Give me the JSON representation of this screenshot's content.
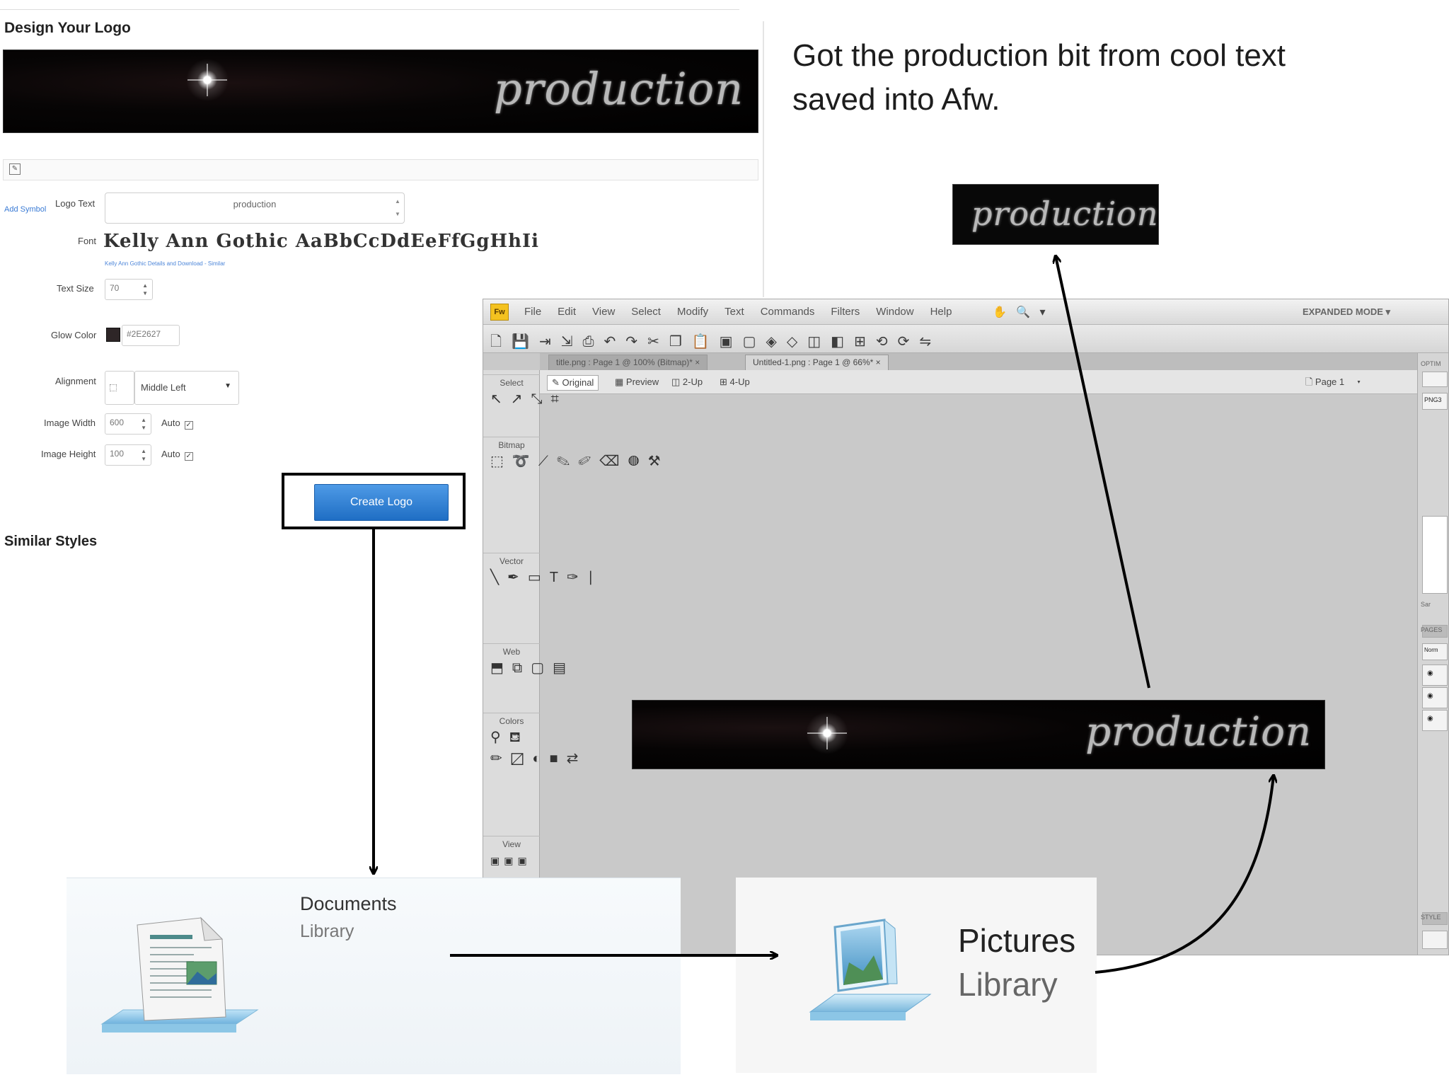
{
  "generator": {
    "title": "Design Your Logo",
    "banner_text": "production",
    "add_symbol": "Add Symbol",
    "logo_text_label": "Logo Text",
    "logo_text_value": "production",
    "font_label": "Font",
    "font_sample": "Kelly Ann Gothic AaBbCcDdEeFfGgHhIi",
    "font_link": "Kelly Ann Gothic Details and Download - Similar",
    "text_size_label": "Text Size",
    "text_size_value": "70",
    "glow_color_label": "Glow Color",
    "glow_color_value": "#2E2627",
    "alignment_label": "Alignment",
    "alignment_value": "Middle Left",
    "image_width_label": "Image Width",
    "image_width_value": "600",
    "image_height_label": "Image Height",
    "image_height_value": "100",
    "auto_label": "Auto",
    "create_button": "Create Logo",
    "similar_styles": "Similar Styles"
  },
  "caption": "Got the production bit from cool text saved into Afw.",
  "small_logo_text": "production",
  "fireworks": {
    "logo_badge": "Fw",
    "menu": [
      "File",
      "Edit",
      "View",
      "Select",
      "Modify",
      "Text",
      "Commands",
      "Filters",
      "Window",
      "Help"
    ],
    "mode": "EXPANDED MODE",
    "tabs": [
      "title.png : Page 1 @ 100% (Bitmap)*",
      "Untitled-1.png : Page 1 @ 66%*"
    ],
    "view_buttons": [
      "Original",
      "Preview",
      "2-Up",
      "4-Up"
    ],
    "page_selector": "Page 1",
    "tool_sections": [
      "Select",
      "Bitmap",
      "Vector",
      "Web",
      "Colors",
      "View"
    ],
    "canvas_logo_text": "production",
    "right_panel_labels": [
      "OPTIM",
      "PNG3",
      "Sar",
      "PAGES",
      "Norm",
      "STYLE"
    ]
  },
  "libraries": {
    "documents_title": "Documents",
    "documents_sub": "Library",
    "pictures_title": "Pictures",
    "pictures_sub": "Library"
  },
  "colors": {
    "create_button": "#2f7fd4",
    "fireworks_canvas": "#c9c9c9",
    "glow": "#2E2627"
  }
}
